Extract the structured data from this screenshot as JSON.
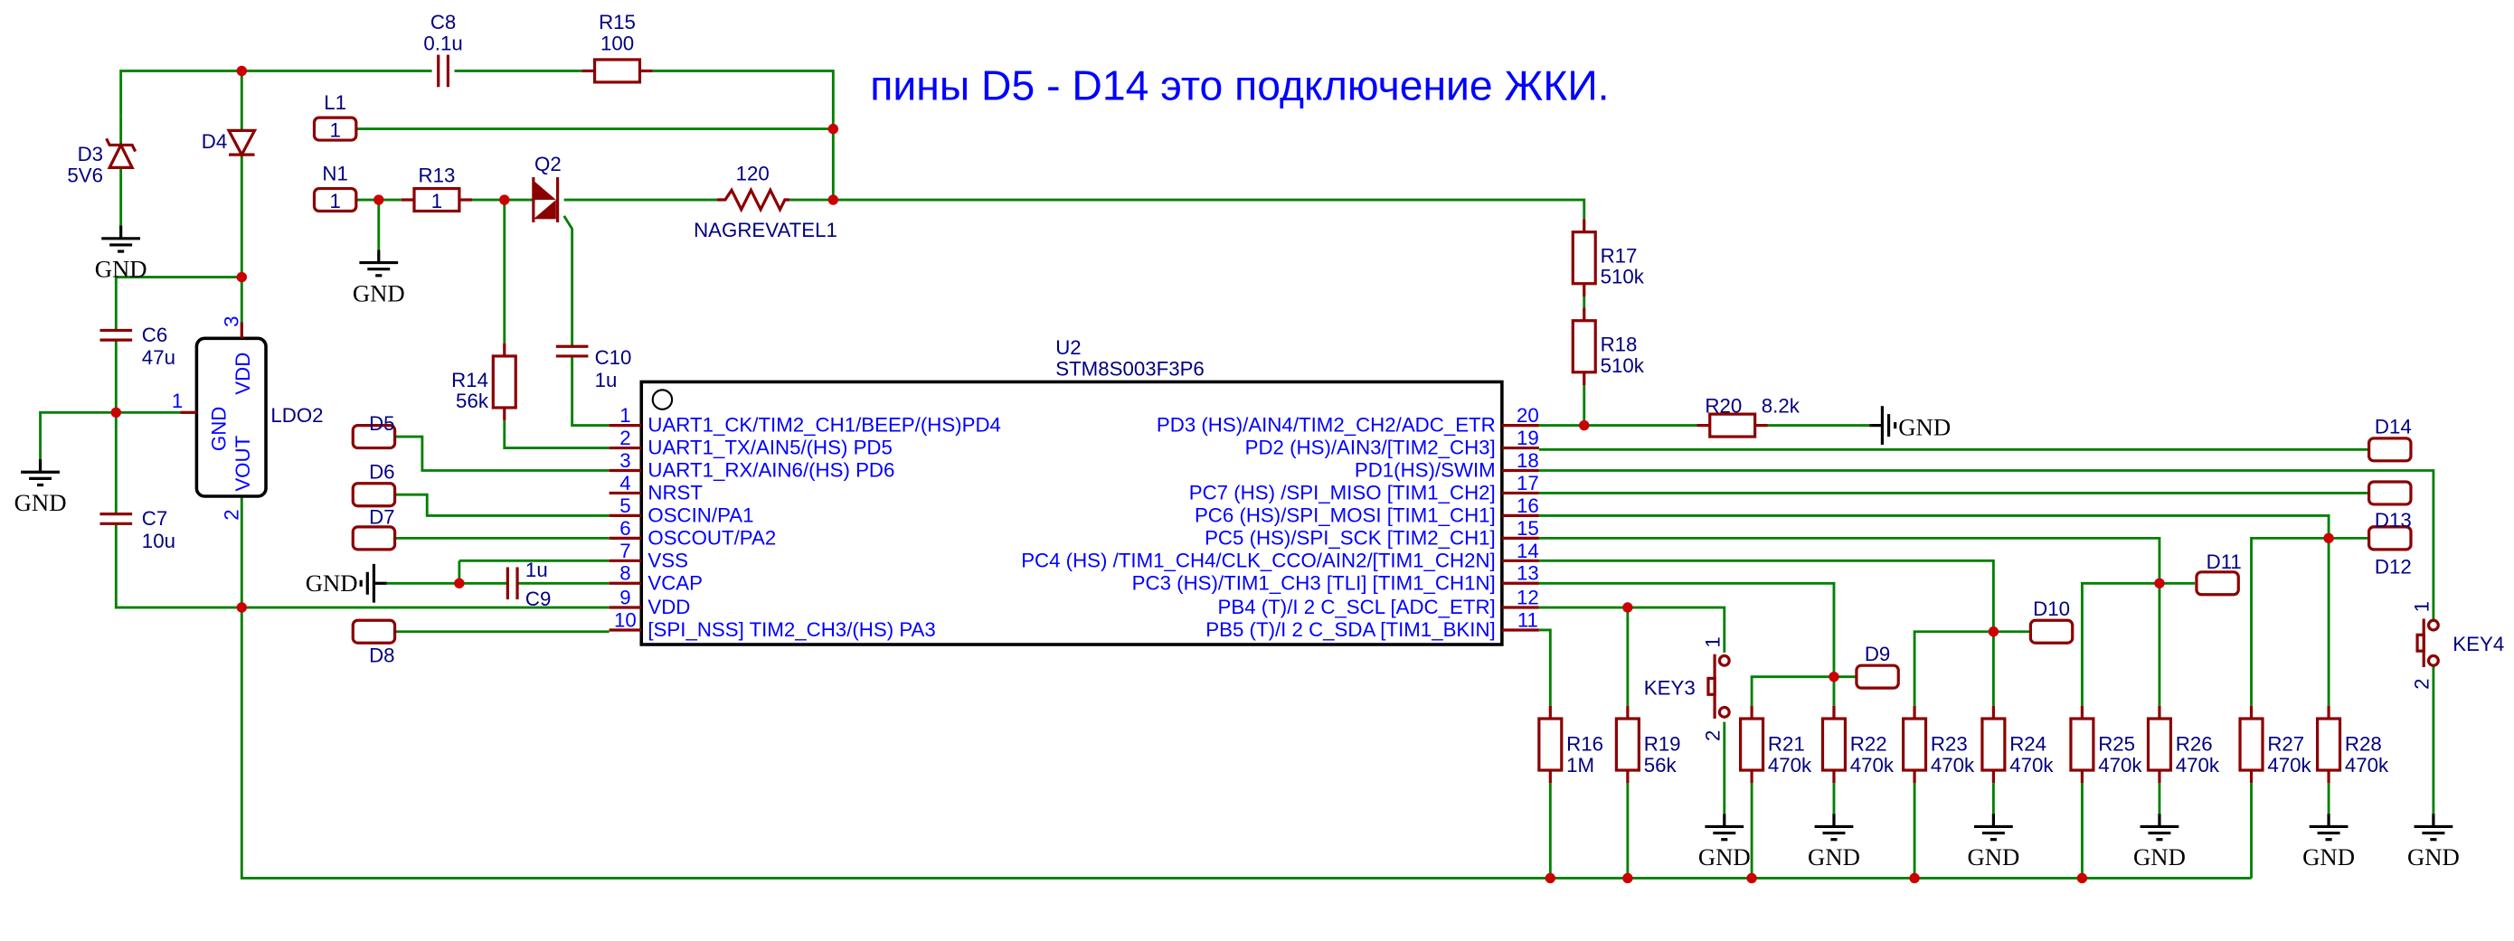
{
  "note": "пины D5 - D14 это подключение ЖКИ.",
  "gnd_label": "GND",
  "colors": {
    "wire": "#008000",
    "component": "#8b0000",
    "junction": "#cc0000",
    "label": "#000080",
    "pin_text": "#0000ff"
  },
  "chip": {
    "ref": "U2",
    "part": "STM8S003F3P6",
    "left_pins": [
      {
        "num": "1",
        "name": "UART1_CK/TIM2_CH1/BEEP/(HS)PD4"
      },
      {
        "num": "2",
        "name": "UART1_TX/AIN5/(HS) PD5"
      },
      {
        "num": "3",
        "name": "UART1_RX/AIN6/(HS) PD6"
      },
      {
        "num": "4",
        "name": "NRST"
      },
      {
        "num": "5",
        "name": "OSCIN/PA1"
      },
      {
        "num": "6",
        "name": "OSCOUT/PA2"
      },
      {
        "num": "7",
        "name": "VSS"
      },
      {
        "num": "8",
        "name": "VCAP"
      },
      {
        "num": "9",
        "name": "VDD"
      },
      {
        "num": "10",
        "name": "[SPI_NSS] TIM2_CH3/(HS) PA3"
      }
    ],
    "right_pins": [
      {
        "num": "20",
        "name": "PD3 (HS)/AIN4/TIM2_CH2/ADC_ETR"
      },
      {
        "num": "19",
        "name": "PD2 (HS)/AIN3/[TIM2_CH3]"
      },
      {
        "num": "18",
        "name": "PD1(HS)/SWIM"
      },
      {
        "num": "17",
        "name": "PC7 (HS) /SPI_MISO [TIM1_CH2]"
      },
      {
        "num": "16",
        "name": "PC6 (HS)/SPI_MOSI [TIM1_CH1]"
      },
      {
        "num": "15",
        "name": "PC5 (HS)/SPI_SCK [TIM2_CH1]"
      },
      {
        "num": "14",
        "name": "PC4 (HS) /TIM1_CH4/CLK_CCO/AIN2/[TIM1_CH2N]"
      },
      {
        "num": "13",
        "name": "PC3 (HS)/TIM1_CH3 [TLI] [TIM1_CH1N]"
      },
      {
        "num": "12",
        "name": "PB4 (T)/I 2 C_SCL [ADC_ETR]"
      },
      {
        "num": "11",
        "name": "PB5 (T)/I 2 C_SDA [TIM1_BKIN]"
      }
    ]
  },
  "ldo": {
    "ref": "LDO2",
    "pin_gnd": "GND",
    "pin_vdd": "VDD",
    "pin_vout": "VOUT",
    "pin1": "1",
    "pin2": "2",
    "pin3": "3"
  },
  "components": [
    {
      "ref": "C8",
      "value": "0.1u"
    },
    {
      "ref": "R15",
      "value": "100"
    },
    {
      "ref": "D3",
      "value": "5V6"
    },
    {
      "ref": "D4",
      "value": ""
    },
    {
      "ref": "R13",
      "value": "1"
    },
    {
      "ref": "Q2",
      "value": ""
    },
    {
      "ref": "NAGREVATEL1",
      "value": "120"
    },
    {
      "ref": "R17",
      "value": "510k"
    },
    {
      "ref": "R18",
      "value": "510k"
    },
    {
      "ref": "R20",
      "value": "8.2k"
    },
    {
      "ref": "C6",
      "value": "47u"
    },
    {
      "ref": "C7",
      "value": "10u"
    },
    {
      "ref": "R14",
      "value": "56k"
    },
    {
      "ref": "C10",
      "value": "1u"
    },
    {
      "ref": "C9",
      "value": "1u"
    },
    {
      "ref": "R16",
      "value": "1M"
    },
    {
      "ref": "R19",
      "value": "56k"
    },
    {
      "ref": "R21",
      "value": "470k"
    },
    {
      "ref": "R22",
      "value": "470k"
    },
    {
      "ref": "R23",
      "value": "470k"
    },
    {
      "ref": "R24",
      "value": "470k"
    },
    {
      "ref": "R25",
      "value": "470k"
    },
    {
      "ref": "R26",
      "value": "470k"
    },
    {
      "ref": "R27",
      "value": "470k"
    },
    {
      "ref": "R28",
      "value": "470k"
    }
  ],
  "connectors": [
    {
      "ref": "L1",
      "pin": "1"
    },
    {
      "ref": "N1",
      "pin": "1"
    },
    {
      "ref": "D5"
    },
    {
      "ref": "D6"
    },
    {
      "ref": "D7"
    },
    {
      "ref": "D8"
    },
    {
      "ref": "D9"
    },
    {
      "ref": "D10"
    },
    {
      "ref": "D11"
    },
    {
      "ref": "D12"
    },
    {
      "ref": "D13"
    },
    {
      "ref": "D14"
    }
  ],
  "keys": [
    {
      "ref": "KEY3",
      "pin1": "1",
      "pin2": "2"
    },
    {
      "ref": "KEY4",
      "pin1": "1",
      "pin2": "2"
    }
  ]
}
